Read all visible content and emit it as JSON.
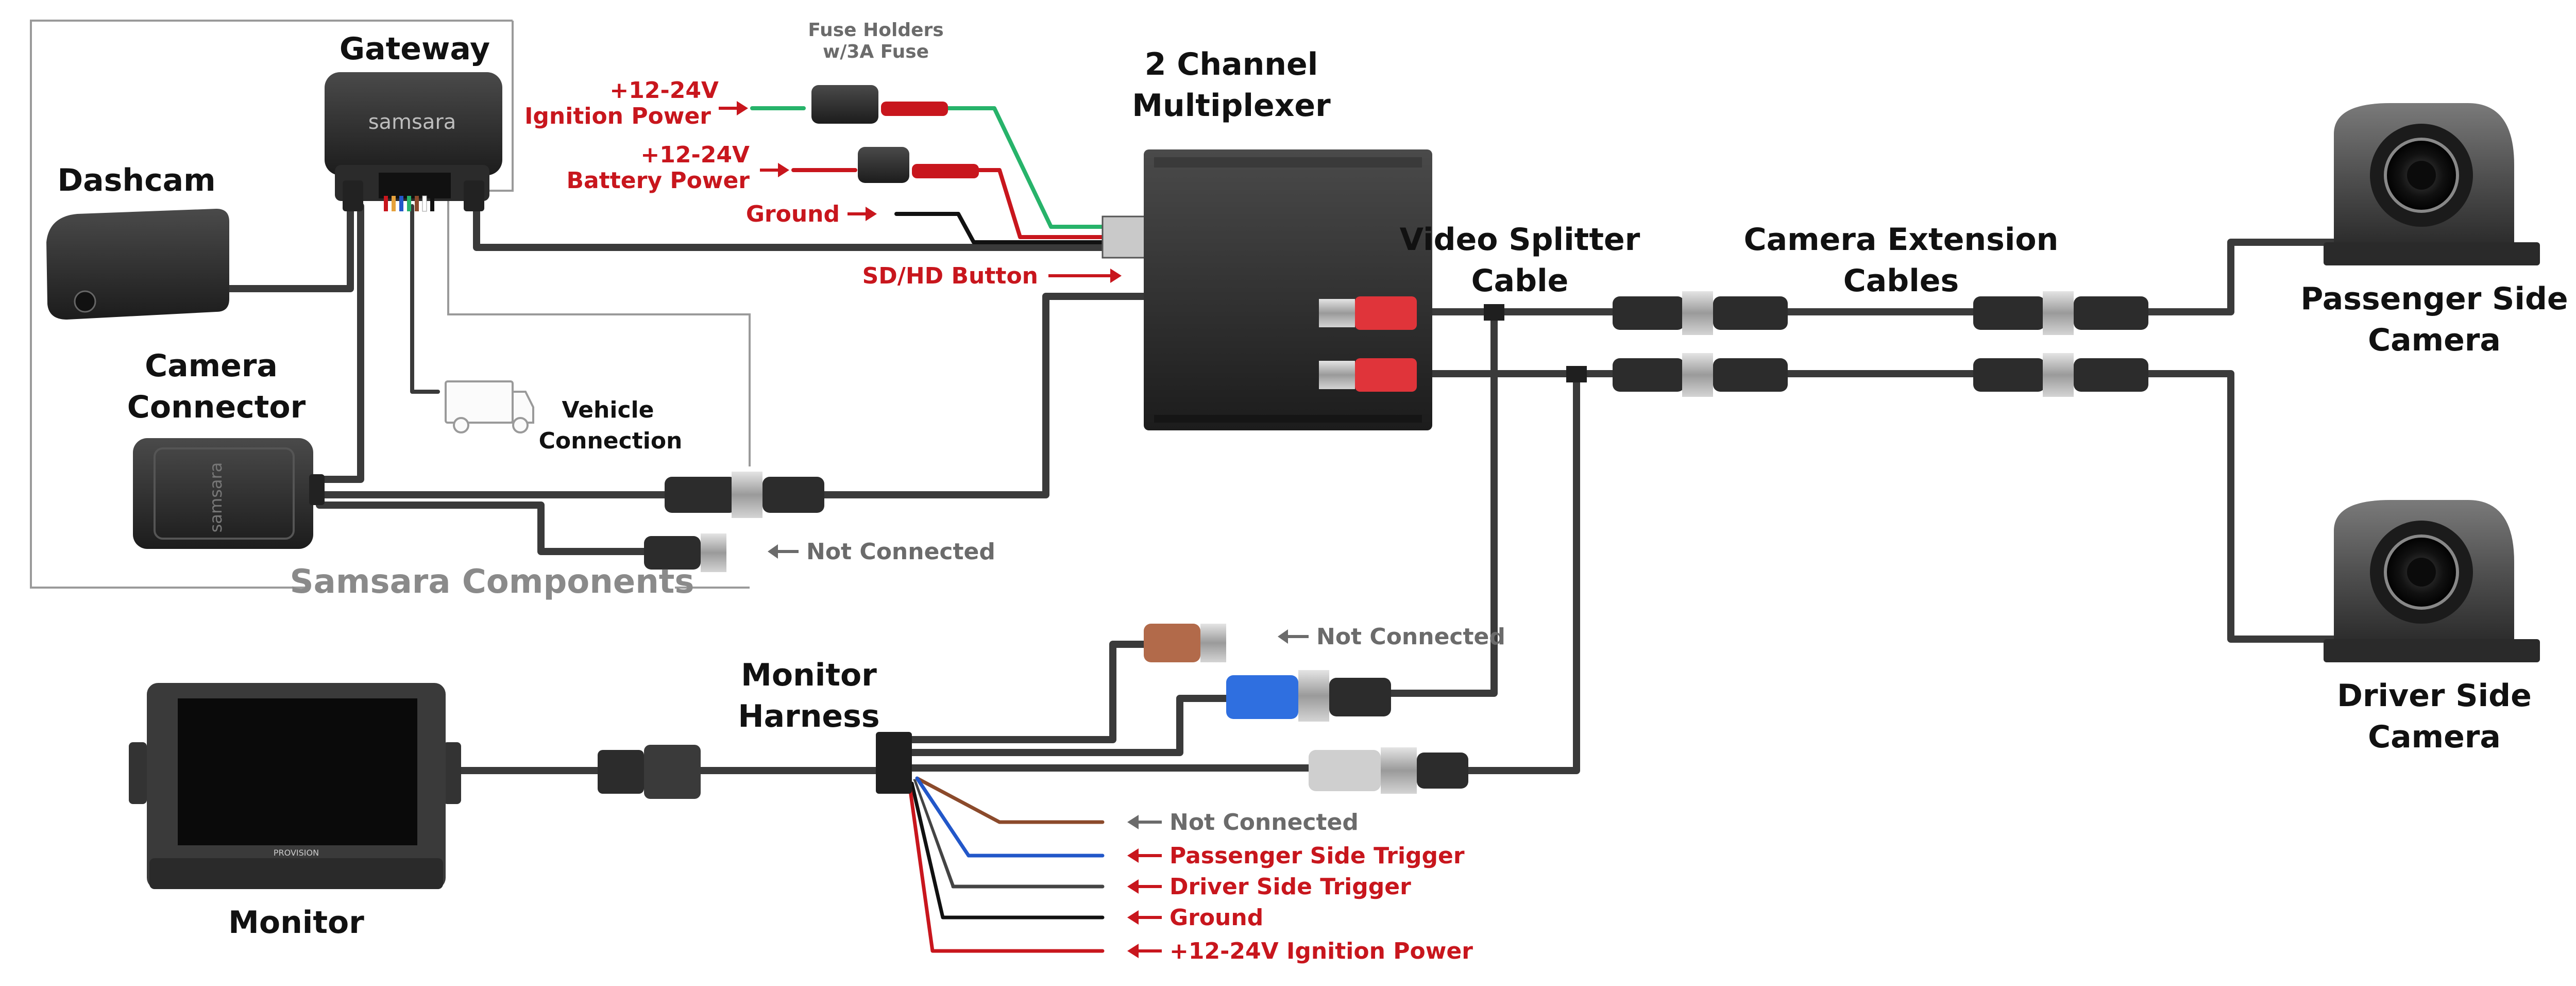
{
  "labels": {
    "gateway": "Gateway",
    "dashcam": "Dashcam",
    "camera_connector_1": "Camera",
    "camera_connector_2": "Connector",
    "vehicle_connection_1": "Vehicle",
    "vehicle_connection_2": "Connection",
    "samsara_components": "Samsara Components",
    "fuse_holders_1": "Fuse Holders",
    "fuse_holders_2": "w/3A Fuse",
    "ignition_power_1": "+12-24V",
    "ignition_power_2": "Ignition Power",
    "battery_power_1": "+12-24V",
    "battery_power_2": "Battery Power",
    "ground_top": "Ground",
    "sd_hd_button": "SD/HD Button",
    "multiplexer_1": "2 Channel",
    "multiplexer_2": "Multiplexer",
    "video_splitter_1": "Video Splitter",
    "video_splitter_2": "Cable",
    "camera_extension_1": "Camera Extension",
    "camera_extension_2": "Cables",
    "passenger_camera_1": "Passenger Side",
    "passenger_camera_2": "Camera",
    "driver_camera_1": "Driver Side",
    "driver_camera_2": "Camera",
    "not_connected_samsara": "Not Connected",
    "not_connected_brown": "Not Connected",
    "monitor_harness_1": "Monitor",
    "monitor_harness_2": "Harness",
    "monitor": "Monitor",
    "harness_not_connected": "Not Connected",
    "passenger_side_trigger": "Passenger Side Trigger",
    "driver_side_trigger": "Driver Side Trigger",
    "ground_bottom": "Ground",
    "ignition_power_bottom": "+12-24V Ignition Power",
    "brand_gateway": "samsara",
    "brand_connector": "samsara",
    "brand_monitor": "PROVISION"
  },
  "colors": {
    "accent_red": "#c8161d",
    "muted_grey": "#6b6b6b",
    "cable_dark": "#3a3a3a",
    "wire_green": "#27b36a",
    "wire_brown": "#8b4a2b",
    "wire_blue": "#2257c9",
    "connector_red": "#e0343a",
    "connector_blue": "#2f6fe0",
    "connector_brown": "#b26a4a",
    "connector_silver": "#b5b5b5"
  },
  "icons": [
    "arrow-right-icon",
    "arrow-left-icon",
    "truck-icon"
  ]
}
